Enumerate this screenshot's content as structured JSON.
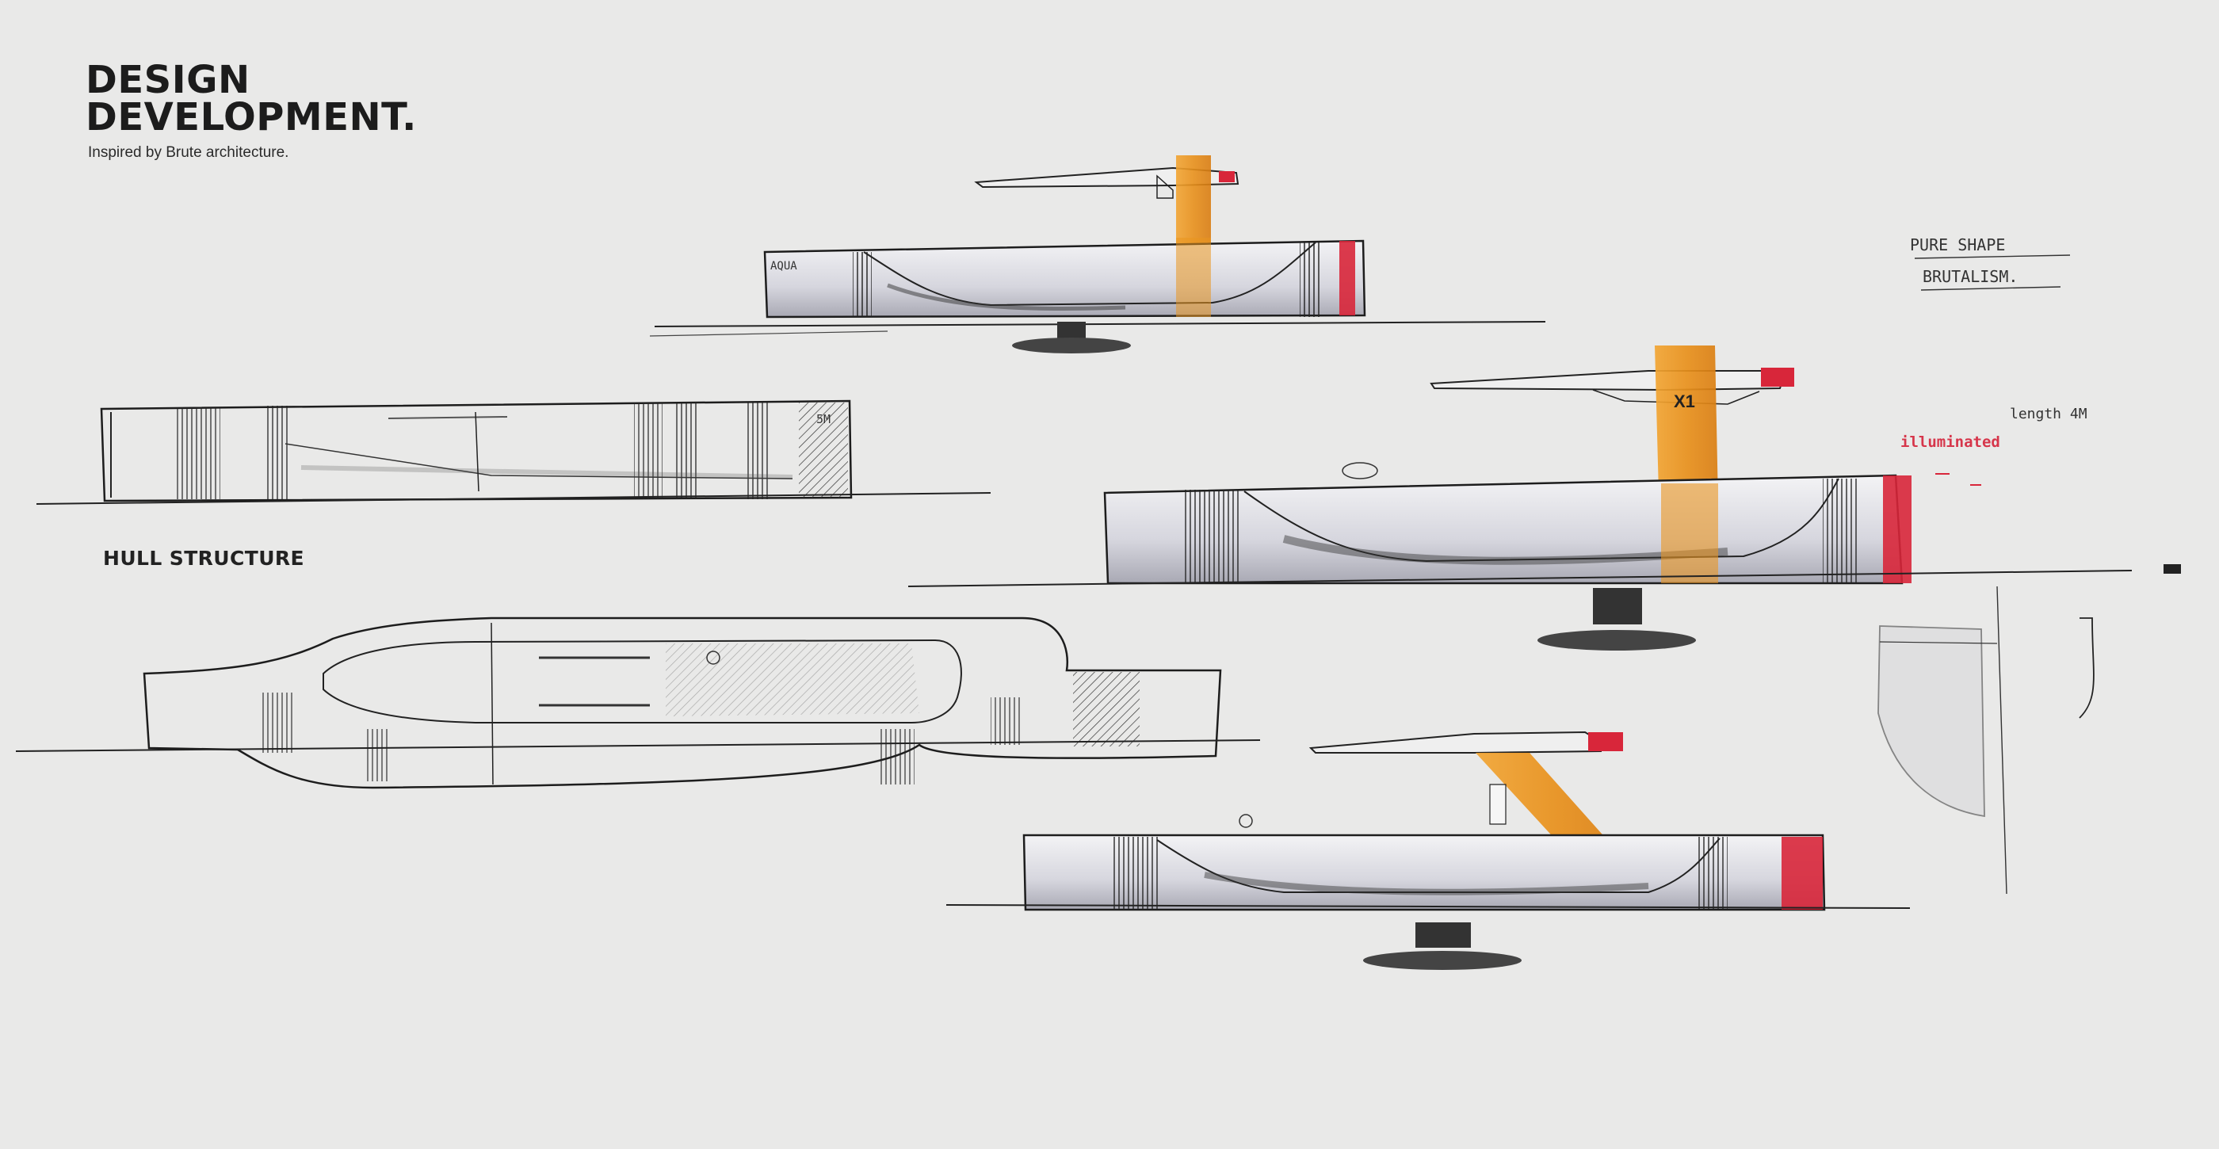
{
  "header": {
    "title_line1": "DESIGN",
    "title_line2": "DEVELOPMENT.",
    "subtitle": "Inspired by Brute architecture."
  },
  "section_label": "HULL STRUCTURE",
  "annotations": {
    "pure_shape": "PURE SHAPE",
    "brutalism": "BRUTALISM.",
    "length": "length 4M",
    "illuminated": "illuminated",
    "boat_mark_small": "AQUA",
    "boat_mark_x1": "X1",
    "hull_mark": "5M"
  },
  "colors": {
    "background": "#e9e9e8",
    "ink": "#1f1f1f",
    "accent_orange": "#e9951f",
    "accent_red": "#d8263a",
    "shadow_grey": "#b9b9c2"
  }
}
